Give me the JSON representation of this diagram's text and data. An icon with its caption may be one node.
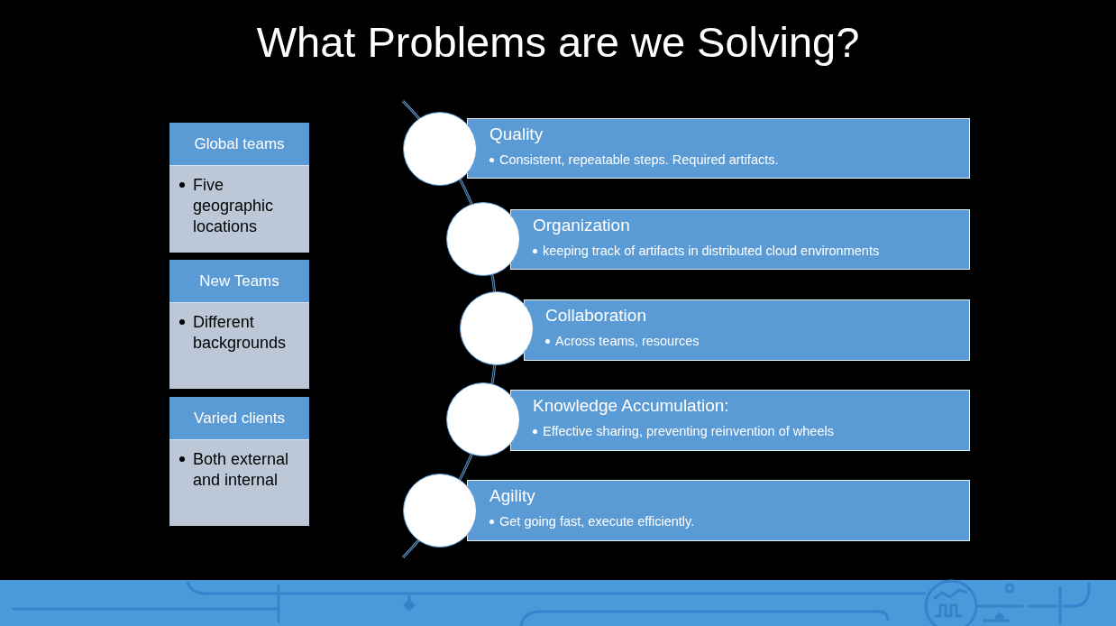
{
  "diagram": {
    "title": "What Problems are we Solving?",
    "nodes": [
      {
        "text": [
          "Global teams",
          "Five geographic locations"
        ]
      },
      {
        "text": [
          "New Teams",
          "Different backgrounds"
        ]
      },
      {
        "text": [
          "Varied clients",
          "Both external and internal"
        ]
      },
      {
        "text": [],
        "shape": "circle"
      },
      {
        "text": [
          "Quality",
          "Consistent, repeatable steps. Required artifacts."
        ]
      },
      {
        "text": [],
        "shape": "circle"
      },
      {
        "text": [
          "Organization",
          "keeping track of artifacts in distributed cloud environments"
        ]
      },
      {
        "text": [],
        "shape": "circle"
      },
      {
        "text": [
          "Collaboration",
          "Across teams, resources"
        ]
      },
      {
        "text": [],
        "shape": "circle"
      },
      {
        "text": [
          "Knowledge Accumulation:",
          "Effective sharing, preventing reinvention of wheels"
        ]
      },
      {
        "text": [],
        "shape": "circle"
      },
      {
        "text": [
          "Agility",
          "Get going fast, execute efficiently."
        ]
      }
    ],
    "edges": []
  }
}
